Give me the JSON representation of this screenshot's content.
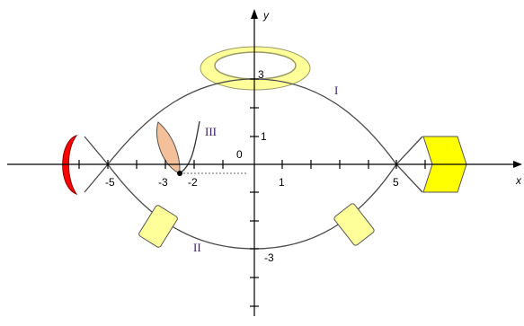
{
  "axes": {
    "x_label": "x",
    "y_label": "y"
  },
  "tick_labels": {
    "x_neg5": "-5",
    "x_neg3": "-3",
    "x_neg2": "-2",
    "x_0": "0",
    "x_1": "1",
    "x_5": "5",
    "y_3": "3",
    "y_1": "1",
    "y_neg3": "-3"
  },
  "curve_labels": {
    "upper": "I",
    "lower": "II",
    "small": "III"
  },
  "colors": {
    "halo_fill": "#ffff99",
    "halo_stroke": "#999966",
    "cap_fill": "#ffff99",
    "tail_fill": "#ffff00",
    "mouth_fill": "#ff0000",
    "leaf_fill": "#f4c09a",
    "curve": "#4a4a4a"
  }
}
